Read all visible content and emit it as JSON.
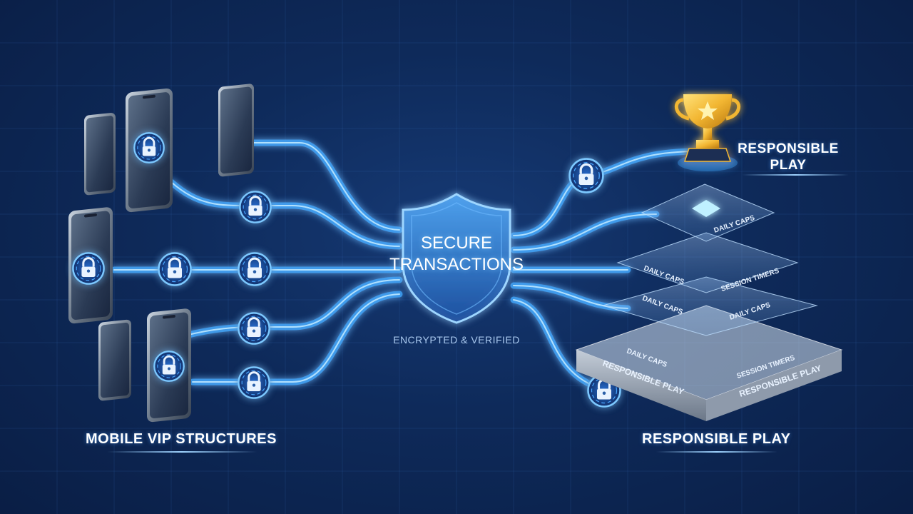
{
  "shield": {
    "title_line1": "SECURE",
    "title_line2": "TRANSACTIONS",
    "subtitle": "ENCRYPTED & VERIFIED"
  },
  "left_label": "MOBILE VIP STRUCTURES",
  "right_label": "RESPONSIBLE PLAY",
  "trophy_label_line1": "RESPONSIBLE",
  "trophy_label_line2": "PLAY",
  "layer_tags": {
    "tier1_right": "DAILY CAPS",
    "tier2_left": "DAILY CAPS",
    "tier2_right": "SESSION TIMERS",
    "tier3_left": "DAILY CAPS",
    "tier3_right": "DAILY CAPS",
    "base_left_top": "DAILY CAPS",
    "base_left_bottom": "RESPONSIBLE PLAY",
    "base_right_top": "SESSION TIMERS",
    "base_right_bottom": "RESPONSIBLE PLAY"
  },
  "icons": {
    "lock": "padlock-icon",
    "shield": "shield-icon",
    "trophy": "trophy-icon",
    "phone": "smartphone-icon"
  },
  "colors": {
    "background": "#0e2a5a",
    "stream": "#3fa8ff",
    "stream_glow": "#8fd6ff",
    "gold": "#f2b632",
    "text": "#ffffff"
  }
}
